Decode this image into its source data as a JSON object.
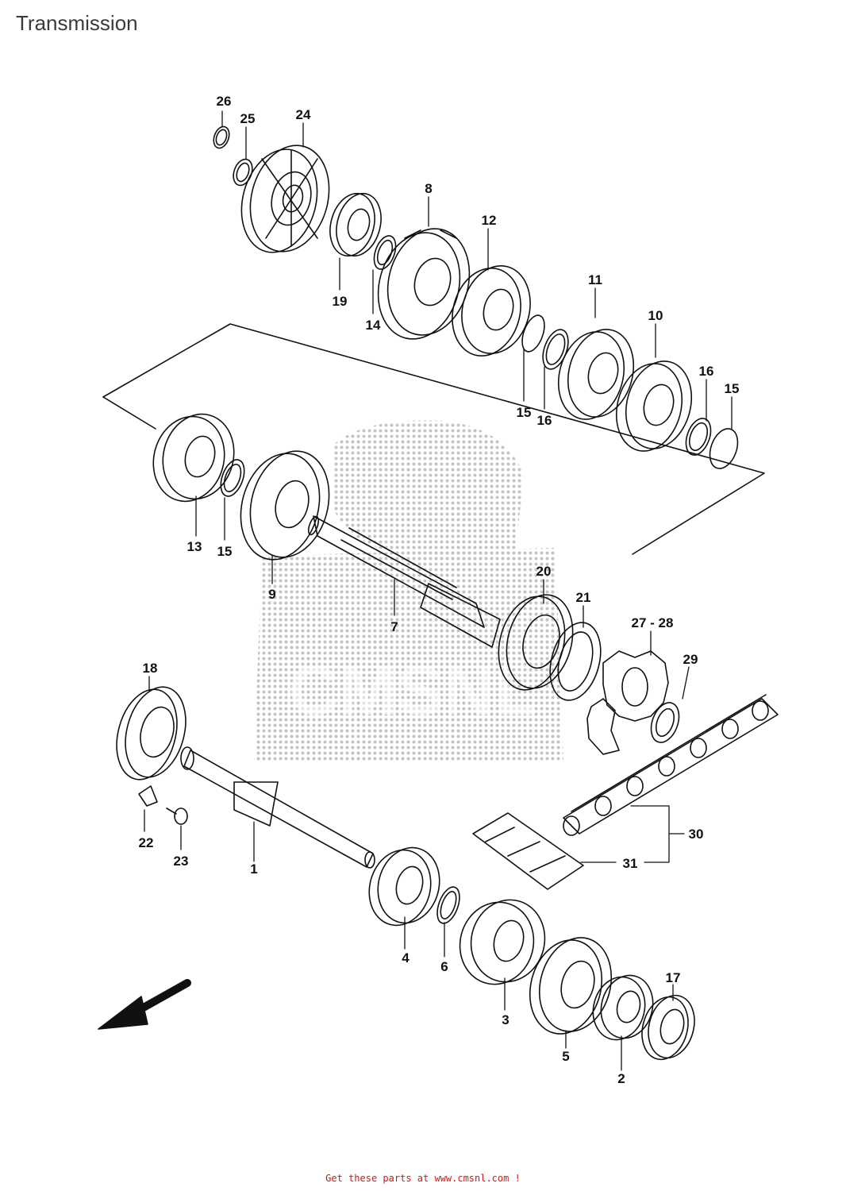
{
  "title": "Transmission",
  "footer": {
    "link_text": "Get these parts at www.cmsnl.com !"
  },
  "colors": {
    "line": "#111111",
    "footer_link": "#d21818",
    "watermark": "#b8b8b8"
  },
  "watermark": {
    "text": "CMSNL",
    "style": "dotted-logo"
  },
  "callouts": [
    {
      "id": "c26",
      "label": "26"
    },
    {
      "id": "c25",
      "label": "25"
    },
    {
      "id": "c24",
      "label": "24"
    },
    {
      "id": "c8",
      "label": "8"
    },
    {
      "id": "c12",
      "label": "12"
    },
    {
      "id": "c19",
      "label": "19"
    },
    {
      "id": "c14",
      "label": "14"
    },
    {
      "id": "c11",
      "label": "11"
    },
    {
      "id": "c10",
      "label": "10"
    },
    {
      "id": "c16a",
      "label": "16"
    },
    {
      "id": "c15a",
      "label": "15"
    },
    {
      "id": "c15b",
      "label": "15"
    },
    {
      "id": "c16b",
      "label": "16"
    },
    {
      "id": "c13",
      "label": "13"
    },
    {
      "id": "c15c",
      "label": "15"
    },
    {
      "id": "c9",
      "label": "9"
    },
    {
      "id": "c7",
      "label": "7"
    },
    {
      "id": "c20",
      "label": "20"
    },
    {
      "id": "c21",
      "label": "21"
    },
    {
      "id": "c2728",
      "label": "27 - 28"
    },
    {
      "id": "c29",
      "label": "29"
    },
    {
      "id": "c18",
      "label": "18"
    },
    {
      "id": "c22",
      "label": "22"
    },
    {
      "id": "c23",
      "label": "23"
    },
    {
      "id": "c1",
      "label": "1"
    },
    {
      "id": "c30",
      "label": "30"
    },
    {
      "id": "c31",
      "label": "31"
    },
    {
      "id": "c4",
      "label": "4"
    },
    {
      "id": "c6",
      "label": "6"
    },
    {
      "id": "c3",
      "label": "3"
    },
    {
      "id": "c17",
      "label": "17"
    },
    {
      "id": "c5",
      "label": "5"
    },
    {
      "id": "c2",
      "label": "2"
    }
  ]
}
